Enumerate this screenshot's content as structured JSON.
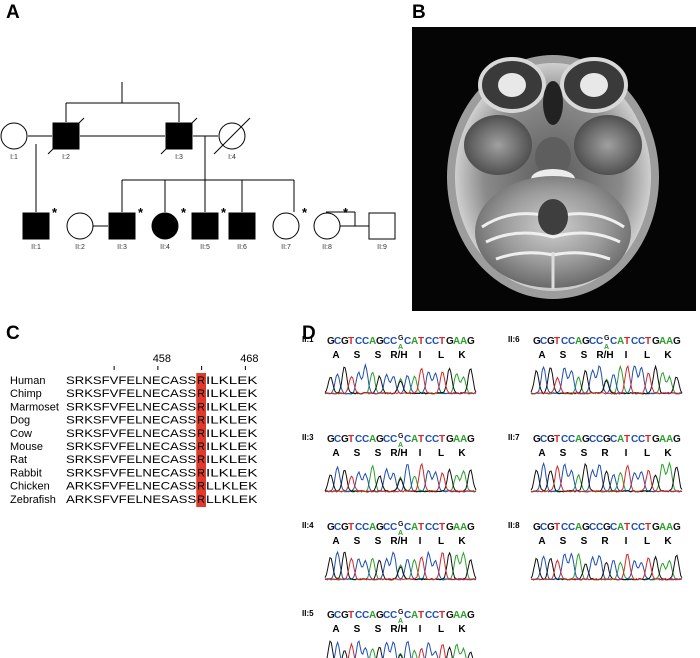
{
  "panels": {
    "a": "A",
    "b": "B",
    "c": "C",
    "d": "D"
  },
  "pedigree": {
    "individuals": [
      {
        "id": "I:1",
        "sex": "female",
        "affected": false,
        "deceased": false,
        "star": false
      },
      {
        "id": "I:2",
        "sex": "male",
        "affected": true,
        "deceased": true,
        "star": false
      },
      {
        "id": "I:3",
        "sex": "male",
        "affected": true,
        "deceased": true,
        "star": false
      },
      {
        "id": "I:4",
        "sex": "female",
        "affected": false,
        "deceased": true,
        "star": false
      },
      {
        "id": "II:1",
        "sex": "male",
        "affected": true,
        "deceased": false,
        "star": true
      },
      {
        "id": "II:2",
        "sex": "female",
        "affected": false,
        "deceased": false,
        "star": false
      },
      {
        "id": "II:3",
        "sex": "male",
        "affected": true,
        "deceased": false,
        "star": true
      },
      {
        "id": "II:4",
        "sex": "female",
        "affected": true,
        "deceased": false,
        "star": true
      },
      {
        "id": "II:5",
        "sex": "male",
        "affected": true,
        "deceased": false,
        "star": true
      },
      {
        "id": "II:6",
        "sex": "male",
        "affected": true,
        "deceased": false,
        "star": false
      },
      {
        "id": "II:7",
        "sex": "female",
        "affected": false,
        "deceased": false,
        "star": true
      },
      {
        "id": "II:8",
        "sex": "female",
        "affected": false,
        "deceased": false,
        "star": true
      },
      {
        "id": "II:9",
        "sex": "male",
        "affected": false,
        "deceased": false,
        "star": false
      }
    ],
    "star_symbol": "*"
  },
  "alignment": {
    "position_labels": [
      "458",
      "468"
    ],
    "highlight_color": "#e03a2c",
    "rows": [
      {
        "species": "Human",
        "pre": "SRKSFVFELNECASS",
        "hl": "R",
        "post": "ILKLEK"
      },
      {
        "species": "Chimp",
        "pre": "SRKSFVFELNECASS",
        "hl": "R",
        "post": "ILKLEK"
      },
      {
        "species": "Marmoset",
        "pre": "SRKSFVFELNECASS",
        "hl": "R",
        "post": "ILKLEK"
      },
      {
        "species": "Dog",
        "pre": "SRKSFVFELNECASS",
        "hl": "R",
        "post": "ILKLEK"
      },
      {
        "species": "Cow",
        "pre": "SRKSFVFELNECASS",
        "hl": "R",
        "post": "ILKLEK"
      },
      {
        "species": "Mouse",
        "pre": "SRKSFVFELNECASS",
        "hl": "R",
        "post": "ILKLEK"
      },
      {
        "species": "Rat",
        "pre": "SRKSFVFELNECASS",
        "hl": "R",
        "post": "ILKLEK"
      },
      {
        "species": "Rabbit",
        "pre": "SRKSFVFELNECASS",
        "hl": "R",
        "post": "ILKLEK"
      },
      {
        "species": "Chicken",
        "pre": "ARKSFVFELNECASS",
        "hl": "R",
        "post": "LLKLEK"
      },
      {
        "species": "Zebrafish",
        "pre": "ARKSFVFELNESASS",
        "hl": "R",
        "post": "LLKLEK"
      }
    ]
  },
  "chromatograms": {
    "base_colors": {
      "A": "#2ca02c",
      "C": "#1f4fb4",
      "G": "#111111",
      "T": "#d62728"
    },
    "het_top": "G",
    "het_bottom": "A",
    "entries": [
      {
        "id": "II:1",
        "pre": "GCGTCCAGCC",
        "het": true,
        "mid": "G",
        "post": "CATCCTGAAG",
        "aa": [
          "A",
          "S",
          "S",
          "R/H",
          "I",
          "L",
          "K"
        ]
      },
      {
        "id": "II:3",
        "pre": "GCGTCCAGCC",
        "het": true,
        "mid": "G",
        "post": "CATCCTGAAG",
        "aa": [
          "A",
          "S",
          "S",
          "R/H",
          "I",
          "L",
          "K"
        ]
      },
      {
        "id": "II:4",
        "pre": "GCGTCCAGCC",
        "het": true,
        "mid": "G",
        "post": "CATCCTGAAG",
        "aa": [
          "A",
          "S",
          "S",
          "R/H",
          "I",
          "L",
          "K"
        ]
      },
      {
        "id": "II:5",
        "pre": "GCGTCCAGCC",
        "het": true,
        "mid": "G",
        "post": "CATCCTGAAG",
        "aa": [
          "A",
          "S",
          "S",
          "R/H",
          "I",
          "L",
          "K"
        ]
      },
      {
        "id": "II:6",
        "pre": "GCGTCCAGCC",
        "het": true,
        "mid": "G",
        "post": "CATCCTGAAG",
        "aa": [
          "A",
          "S",
          "S",
          "R/H",
          "I",
          "L",
          "K"
        ]
      },
      {
        "id": "II:7",
        "pre": "GCGTCCAGCC",
        "het": false,
        "mid": "G",
        "post": "CATCCTGAAG",
        "aa": [
          "A",
          "S",
          "S",
          "R",
          "I",
          "L",
          "K"
        ]
      },
      {
        "id": "II:8",
        "pre": "GCGTCCAGCC",
        "het": false,
        "mid": "G",
        "post": "CATCCTGAAG",
        "aa": [
          "A",
          "S",
          "S",
          "R",
          "I",
          "L",
          "K"
        ]
      }
    ]
  }
}
